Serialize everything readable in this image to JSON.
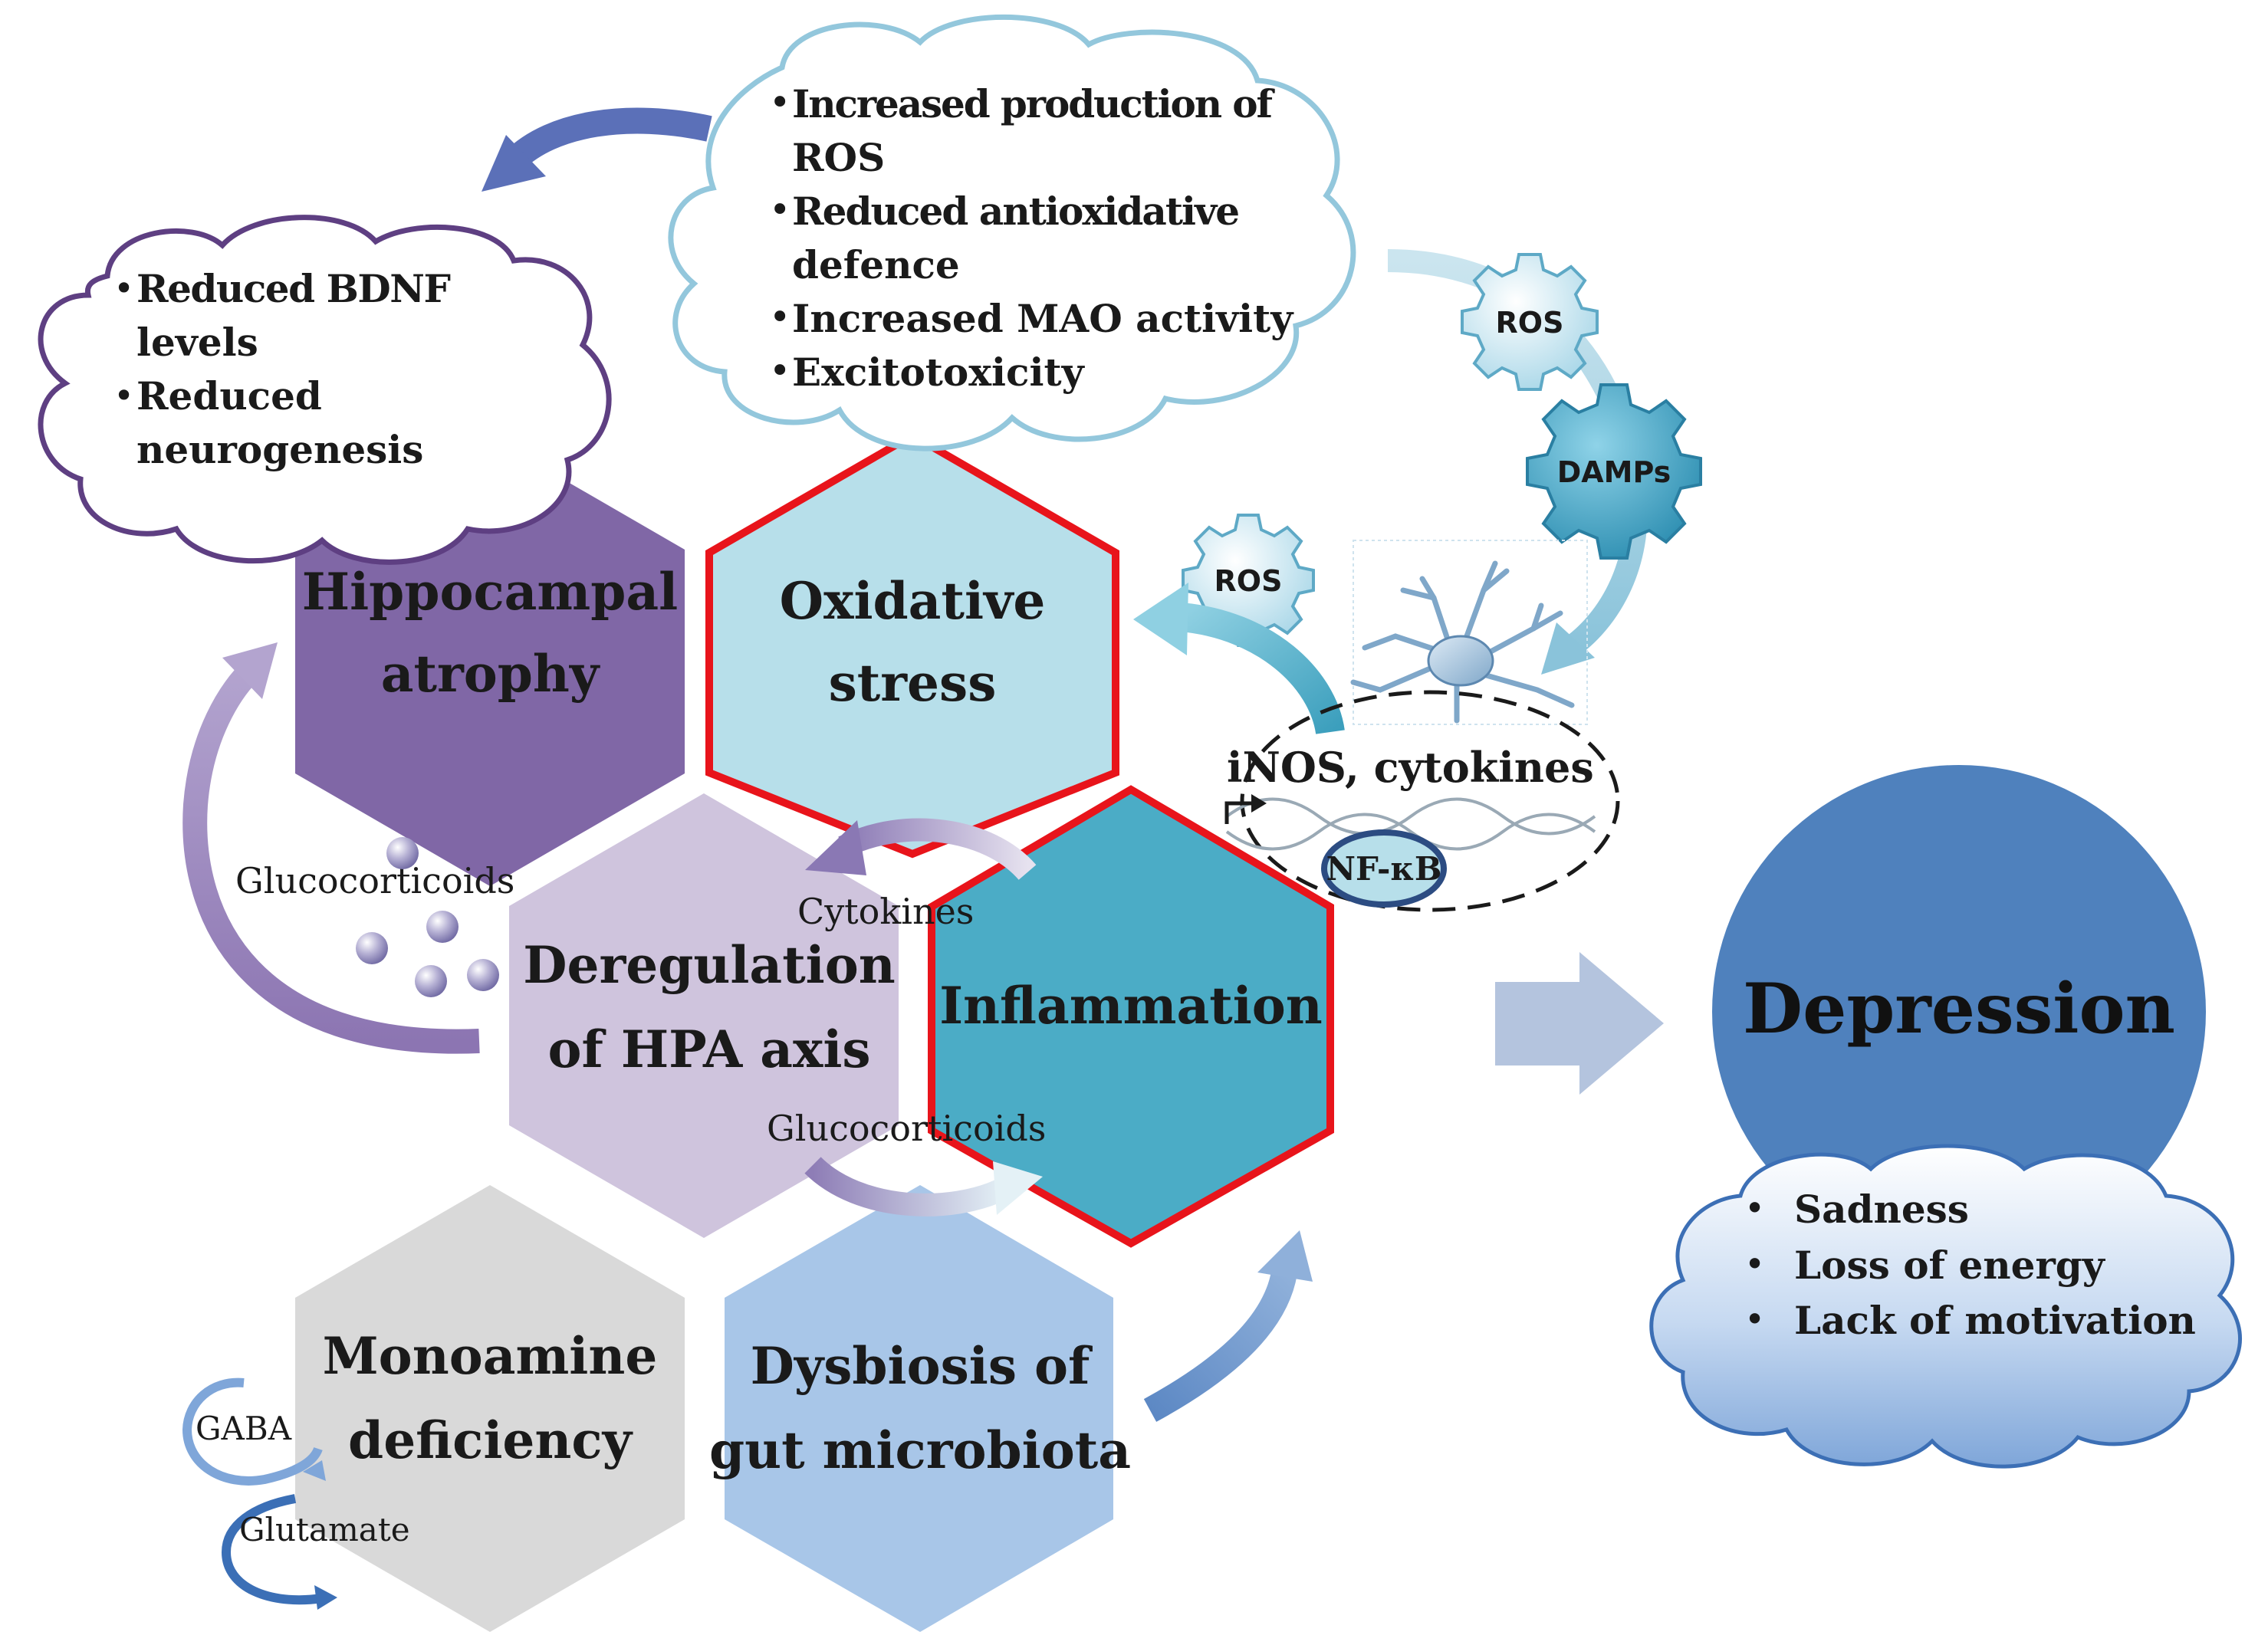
{
  "hexagons": {
    "hippocampal": {
      "line1": "Hippocampal",
      "line2": "atrophy",
      "fill": "#8067A6"
    },
    "oxidative": {
      "line1": "Oxidative",
      "line2": "stress",
      "fill": "#B7DFEA"
    },
    "hpa": {
      "line1": "Deregulation",
      "line2": "of HPA axis",
      "fill": "#CFC4DD"
    },
    "inflammation": {
      "line1": "Inflammation",
      "fill": "#4BACC6"
    },
    "monoamine": {
      "line1": "Monoamine",
      "line2": "deficiency",
      "fill": "#D9D9D9"
    },
    "dysbiosis": {
      "line1": "Dysbiosis of",
      "line2": "gut microbiota",
      "fill": "#A8C6E8"
    }
  },
  "clouds": {
    "oxidative": {
      "items": [
        "Increased production of",
        "ROS",
        "Reduced antioxidative",
        "defence",
        "Increased MAO activity",
        "Excitotoxicity"
      ]
    },
    "hippocampal": {
      "items": [
        "Reduced BDNF",
        "levels",
        "Reduced",
        "neurogenesis"
      ]
    },
    "symptoms": {
      "items": [
        "Sadness",
        "Loss of energy",
        "Lack of motivation"
      ]
    }
  },
  "labels": {
    "glucocorticoids_left": "Glucocorticoids",
    "cytokines": "Cytokines",
    "glucocorticoids_mid": "Glucocorticoids",
    "gaba": "GABA",
    "glutamate": "Glutamate",
    "gene_text": "iNOS, cytokines",
    "nfkb": "NF-κB",
    "ros_top": "ROS",
    "damps": "DAMPs",
    "ros_mid": "ROS",
    "depression": "Depression",
    "bullet": "•"
  },
  "colors": {
    "highlight_border": "#E8141B",
    "depression_circle": "#4F81BD",
    "arrow_blue": "#5B70B8",
    "arrow_purple": "#9A86BC",
    "arrow_light": "#B4C4DE",
    "arrow_teal": "#4BACC6"
  }
}
